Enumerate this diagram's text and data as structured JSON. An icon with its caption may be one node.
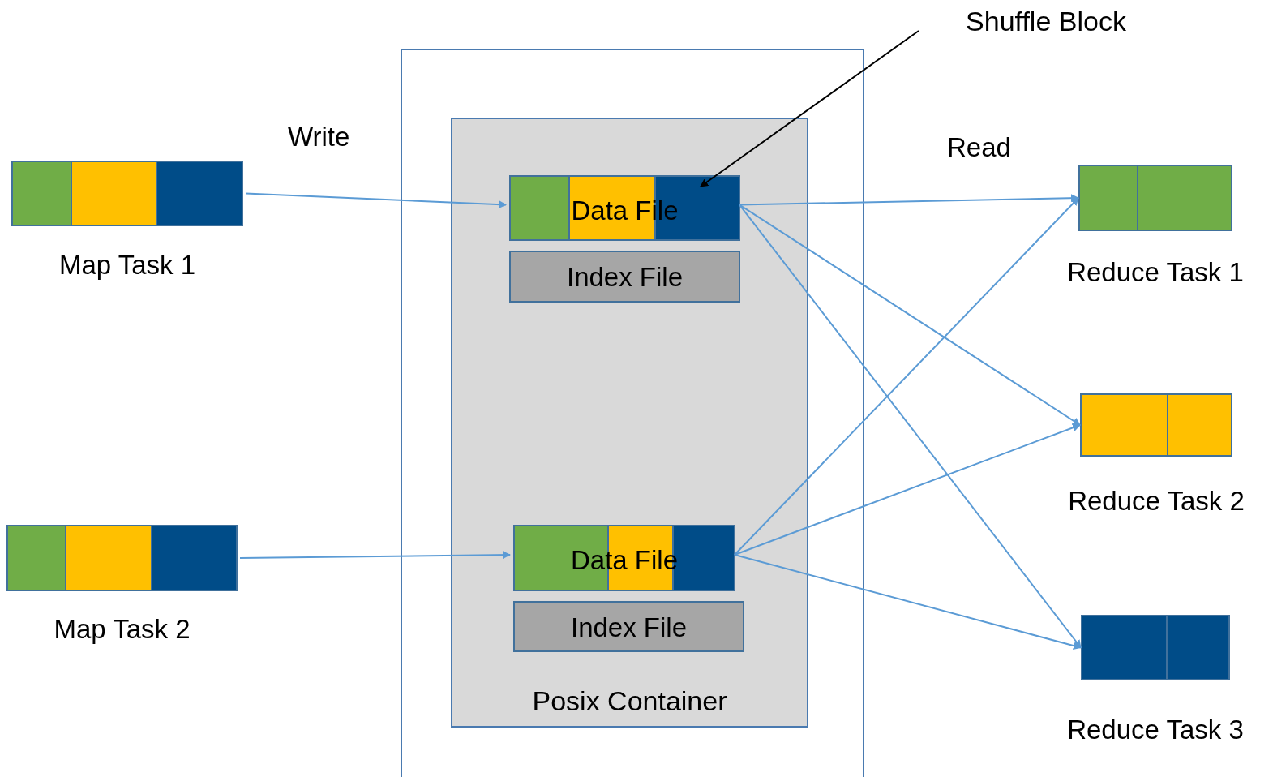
{
  "diagram": {
    "nodes": [
      {
        "text": [],
        "shape": "box"
      },
      {
        "text": [
          "Posix Container"
        ],
        "in": 0
      },
      {
        "text": [
          "Data File"
        ],
        "in": 1
      },
      {
        "text": [
          "Index File"
        ],
        "in": 1
      },
      {
        "text": [
          "Data File"
        ],
        "in": 1
      },
      {
        "text": [
          "Index File"
        ],
        "in": 1
      },
      {
        "text": [
          "Map Task 1"
        ]
      },
      {
        "text": [
          "Map Task 2"
        ]
      },
      {
        "text": [
          "Reduce Task 1"
        ]
      },
      {
        "text": [
          "Reduce Task 2"
        ]
      },
      {
        "text": [
          "Reduce Task 3"
        ]
      },
      {
        "text": [
          "Shuffle Block"
        ]
      }
    ],
    "edges": [
      {
        "from": 6,
        "to": 2,
        "arrow": "to"
      },
      {
        "from": 7,
        "to": 4,
        "arrow": "to"
      },
      {
        "from": 2,
        "to": 8,
        "arrow": "to"
      },
      {
        "from": 2,
        "to": 9,
        "arrow": "to"
      },
      {
        "from": 2,
        "to": 10,
        "arrow": "to"
      },
      {
        "from": 4,
        "to": 8,
        "arrow": "to"
      },
      {
        "from": 4,
        "to": 9,
        "arrow": "to"
      },
      {
        "from": 4,
        "to": 10,
        "arrow": "to"
      },
      {
        "from": 11,
        "to": 2,
        "arrow": "to",
        "color": "#000000"
      }
    ],
    "labels": [
      "Write",
      "Read"
    ]
  }
}
